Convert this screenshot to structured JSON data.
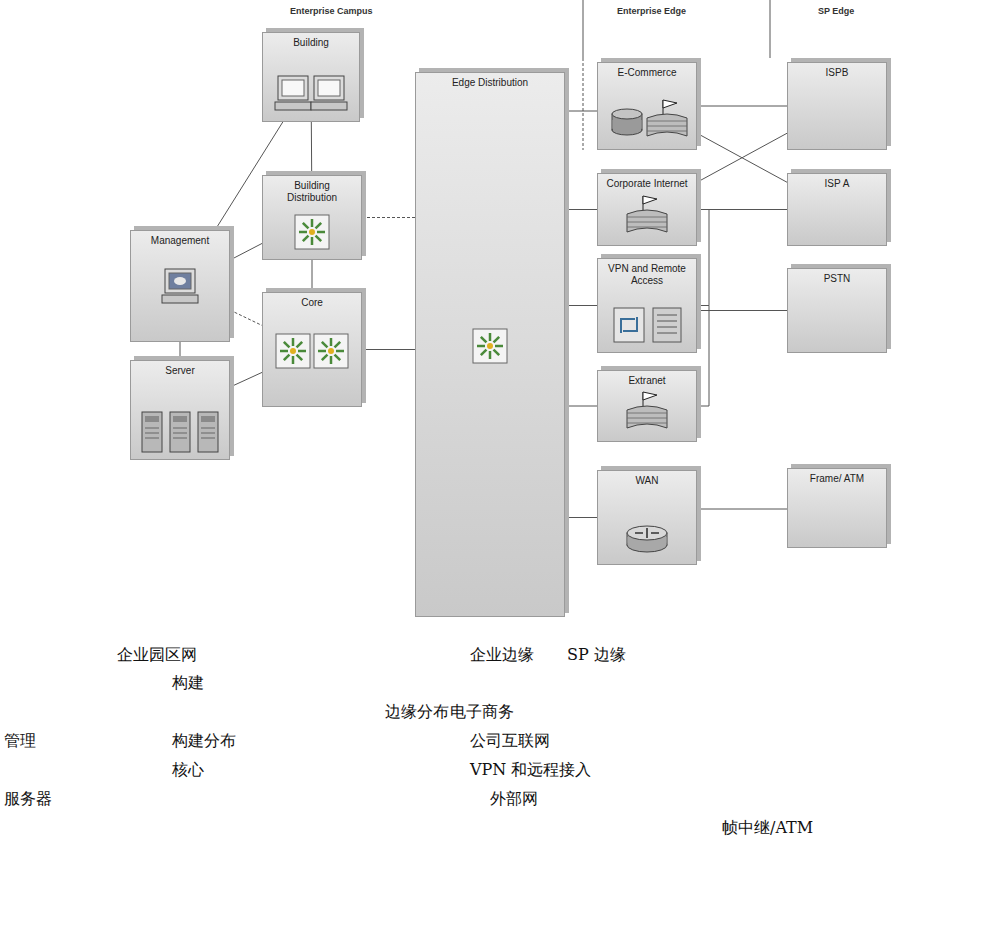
{
  "diagram": {
    "nodes": [
      {
        "text": [
          "Building"
        ]
      },
      {
        "text": [
          "Building Distribution"
        ]
      },
      {
        "text": [
          "Management"
        ]
      },
      {
        "text": [
          "Core"
        ]
      },
      {
        "text": [
          "Server"
        ]
      },
      {
        "text": [
          "Edge Distribution"
        ]
      },
      {
        "text": [
          "E-Commerce"
        ]
      },
      {
        "text": [
          "Corporate Internet"
        ]
      },
      {
        "text": [
          "VPN and Remote Access"
        ]
      },
      {
        "text": [
          "Extranet"
        ]
      },
      {
        "text": [
          "WAN"
        ]
      },
      {
        "text": [
          "ISPB"
        ]
      },
      {
        "text": [
          "ISP A"
        ]
      },
      {
        "text": [
          "PSTN"
        ]
      },
      {
        "text": [
          "Frame/ ATM"
        ]
      }
    ],
    "edges": [
      {
        "from": 2,
        "to": 0,
        "arrow": "none"
      },
      {
        "from": 2,
        "to": 1,
        "arrow": "none"
      },
      {
        "from": 2,
        "to": 3,
        "arrow": "none"
      },
      {
        "from": 2,
        "to": 4,
        "arrow": "none"
      },
      {
        "from": 0,
        "to": 1,
        "arrow": "none"
      },
      {
        "from": 1,
        "to": 3,
        "arrow": "none"
      },
      {
        "from": 4,
        "to": 3,
        "arrow": "none"
      },
      {
        "from": 1,
        "to": 5,
        "arrow": "none"
      },
      {
        "from": 3,
        "to": 5,
        "arrow": "none"
      },
      {
        "from": 5,
        "to": 6,
        "arrow": "none"
      },
      {
        "from": 5,
        "to": 7,
        "arrow": "none"
      },
      {
        "from": 5,
        "to": 8,
        "arrow": "none"
      },
      {
        "from": 5,
        "to": 9,
        "arrow": "none"
      },
      {
        "from": 5,
        "to": 10,
        "arrow": "none"
      },
      {
        "from": 6,
        "to": 11,
        "arrow": "none"
      },
      {
        "from": 6,
        "to": 12,
        "arrow": "none"
      },
      {
        "from": 7,
        "to": 11,
        "arrow": "none"
      },
      {
        "from": 7,
        "to": 12,
        "arrow": "none"
      },
      {
        "from": 8,
        "to": 13,
        "arrow": "none"
      },
      {
        "from": 10,
        "to": 14,
        "arrow": "none"
      },
      {
        "from": 7,
        "to": 8,
        "arrow": "none"
      },
      {
        "from": 9,
        "to": 8,
        "arrow": "none"
      }
    ],
    "labels": [
      "Enterprise Campus",
      "Enterprise Edge",
      "SP Edge",
      "企业园区网",
      "企业边缘",
      "SP 边缘",
      "构建",
      "边缘分布",
      "电子商务",
      "管理",
      "构建分布",
      "公司互联网",
      "核心",
      "VPN 和远程接入",
      "服务器",
      "外部网",
      "帧中继/ATM"
    ]
  }
}
